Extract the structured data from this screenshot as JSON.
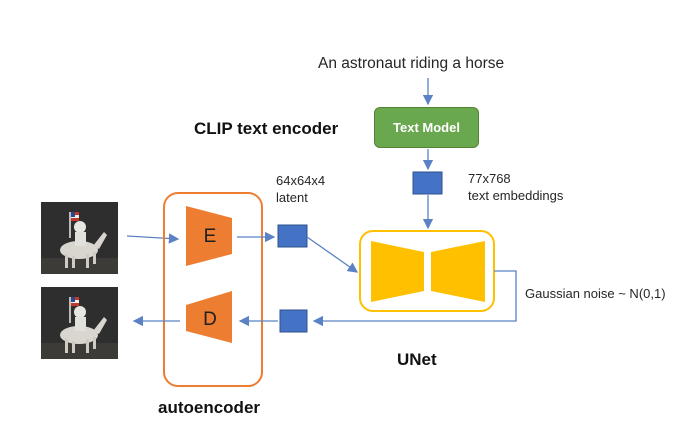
{
  "prompt_text": "An astronaut riding a horse",
  "clip_label": "CLIP text encoder",
  "text_model_label": "Text Model",
  "embedding_dims": "77x768",
  "embedding_label": "text embeddings",
  "latent_dims": "64x64x4",
  "latent_label": "latent",
  "encoder_letter": "E",
  "decoder_letter": "D",
  "noise_label": "Gaussian noise ~ N(0,1)",
  "unet_label": "UNet",
  "autoencoder_label": "autoencoder",
  "colors": {
    "orange": "#ED7D31",
    "blue": "#4472C4",
    "green": "#6AA84F",
    "yellow": "#FFC000",
    "arrow": "#5B82C4"
  }
}
